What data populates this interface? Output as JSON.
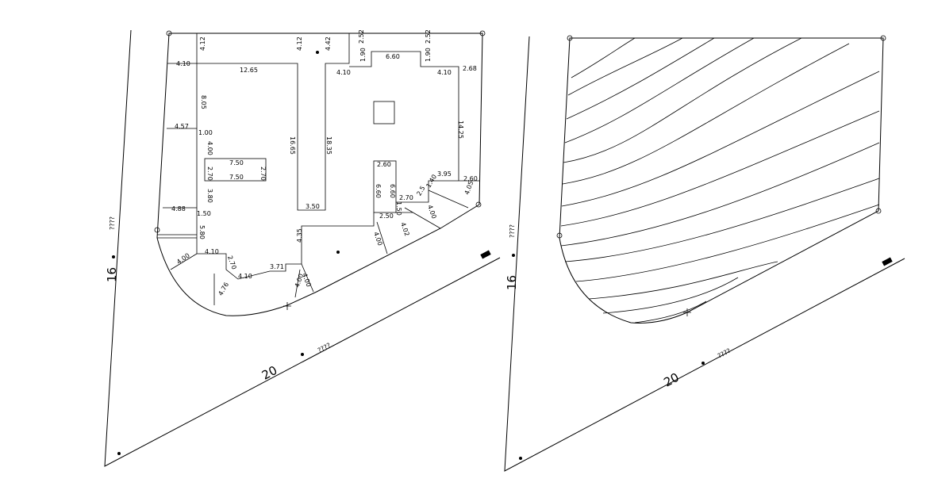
{
  "drawing": {
    "left_plan": {
      "side_length_west": "16",
      "side_length_south": "20",
      "side_label_west": "????",
      "side_label_south": "????",
      "dimensions": [
        "4.12",
        "4.12",
        "4.42",
        "2.52",
        "2.52",
        "1.90",
        "6.60",
        "1.90",
        "4.10",
        "12.65",
        "4.10",
        "4.10",
        "2.68",
        "8.05",
        "4.57",
        "1.00",
        "4.00",
        "16.65",
        "18.35",
        "14.25",
        "7.50",
        "7.50",
        "2.70",
        "2.70",
        "2.60",
        "3.95",
        "2.60",
        "6.60",
        "6.60",
        "3.80",
        "2.70",
        "4.88",
        "3.50",
        "1.50",
        "2.50",
        "1.50",
        "5.80",
        "4.00",
        "4.10",
        "2.70",
        "4.10",
        "3.71",
        "4.76",
        "4.35",
        "4.00",
        "4.00",
        "4.02",
        "4.00",
        "4.05",
        "4.00",
        "1.40",
        "2.5"
      ]
    },
    "right_plan": {
      "side_length_west": "16",
      "side_length_south": "20",
      "side_label_west": "????",
      "side_label_south": "????"
    }
  }
}
